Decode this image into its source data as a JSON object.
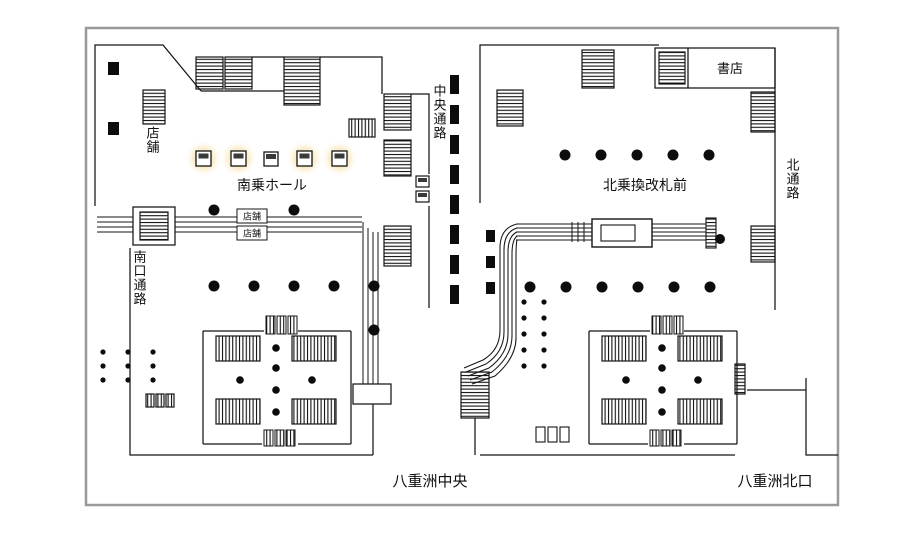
{
  "map": {
    "labels": {
      "shops_top_left": "店舗",
      "south_boarding_hall": "南乗ホール",
      "central_passage": "中央通路",
      "bookstore": "書店",
      "north_passage": "北通路",
      "north_transfer_gate_front": "北乗換改札前",
      "shop_small_upper": "店舗",
      "shop_small_lower": "店舗",
      "south_exit_passage": "南口通路",
      "yaesu_central_exit": "八重洲中央",
      "yaesu_north_exit": "八重洲北口"
    },
    "colors": {
      "background": "#ffffff",
      "frame": "#999999",
      "line": "#141414",
      "gate_highlight": "#f2c96b"
    }
  }
}
